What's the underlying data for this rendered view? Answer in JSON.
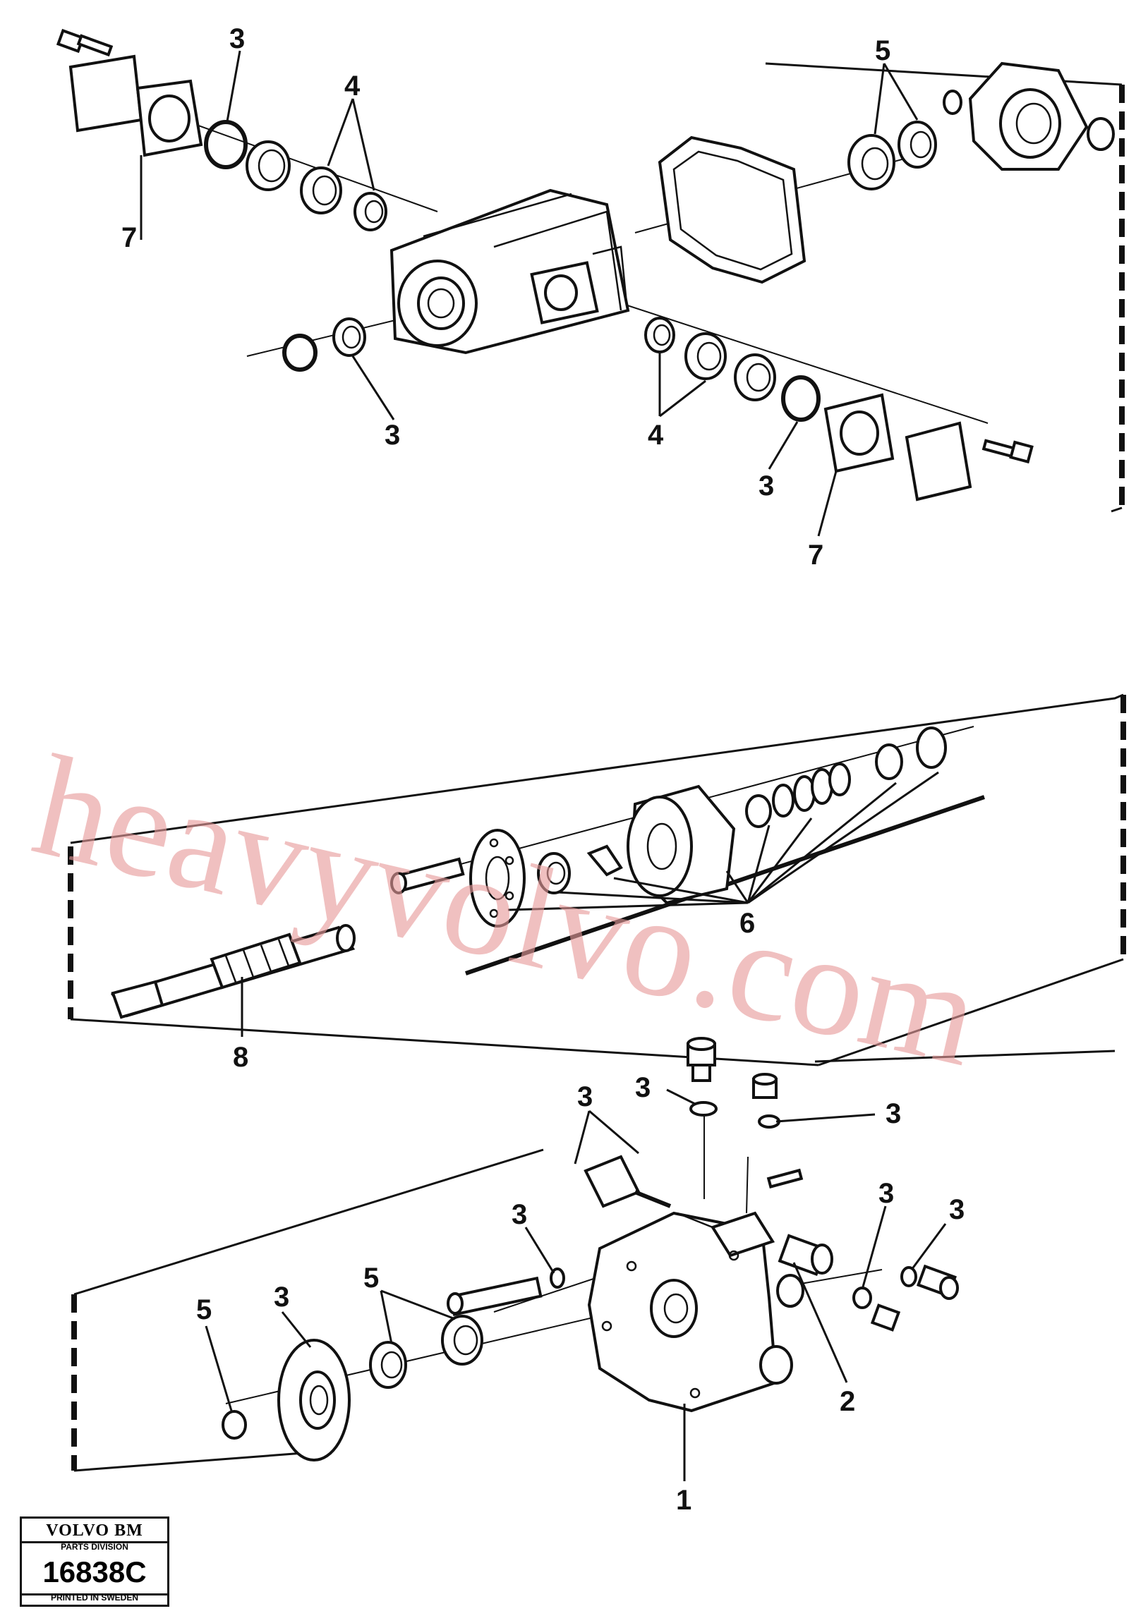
{
  "callouts": {
    "a3": "3",
    "a7": "7",
    "a4": "4",
    "a5": "5",
    "b3": "3",
    "b4": "4",
    "b3b": "3",
    "b7": "7",
    "c6": "6",
    "c8": "8",
    "d3a": "3",
    "d3b": "3",
    "d3c": "3",
    "d3d": "3",
    "d3e": "3",
    "d3f": "3",
    "d5a": "5",
    "d3g": "3",
    "d5b": "5",
    "d2": "2",
    "d1": "1"
  },
  "watermark": "heavyvolvo.com",
  "label": {
    "brand": "VOLVO BM",
    "division": "PARTS DIVISION",
    "code": "16838C",
    "printed": "PRINTED IN SWEDEN"
  },
  "colors": {
    "ink": "#111111",
    "watermark": "#e79b9b",
    "paper": "#ffffff"
  }
}
